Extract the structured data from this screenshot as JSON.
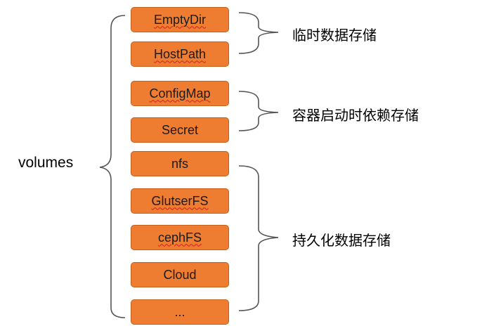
{
  "root": {
    "label": "volumes"
  },
  "items": [
    {
      "label": "EmptyDir"
    },
    {
      "label": "HostPath"
    },
    {
      "label": "ConfigMap"
    },
    {
      "label": "Secret"
    },
    {
      "label": "nfs"
    },
    {
      "label": "GlutserFS"
    },
    {
      "label": "cephFS"
    },
    {
      "label": "Cloud"
    },
    {
      "label": "..."
    }
  ],
  "groups": [
    {
      "label": "临时数据存储"
    },
    {
      "label": "容器启动时依赖存储"
    },
    {
      "label": "持久化数据存储"
    }
  ],
  "colors": {
    "box_fill": "#ef7d31",
    "box_border": "#c45e1a",
    "bracket": "#555555"
  }
}
